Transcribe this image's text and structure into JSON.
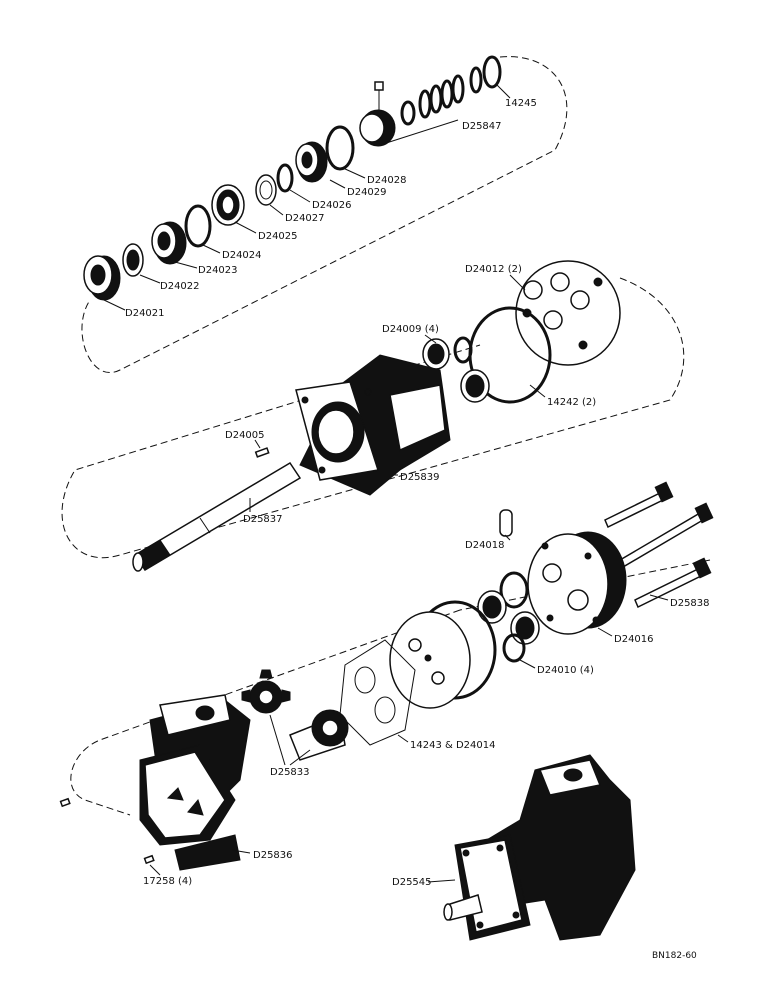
{
  "labels": {
    "l14245": "14245",
    "lD25847": "D25847",
    "lD24028": "D24028",
    "lD24029": "D24029",
    "lD24026": "D24026",
    "lD24027": "D24027",
    "lD24025": "D24025",
    "lD24024": "D24024",
    "lD24023": "D24023",
    "lD24022": "D24022",
    "lD24021": "D24021",
    "lD24012": "D24012 (2)",
    "lD24009": "D24009 (4)",
    "l14242": "14242 (2)",
    "lD24005": "D24005",
    "lD25839": "D25839",
    "lD25837": "D25837",
    "lD24018": "D24018",
    "lD25838": "D25838",
    "lD24016": "D24016",
    "lD24010": "D24010 (4)",
    "l14243": "14243 & D24014",
    "lD25833": "D25833",
    "lD25836": "D25836",
    "l17258": "17258 (4)",
    "lD25545": "D25545",
    "drawing_no": "BN182-60"
  }
}
